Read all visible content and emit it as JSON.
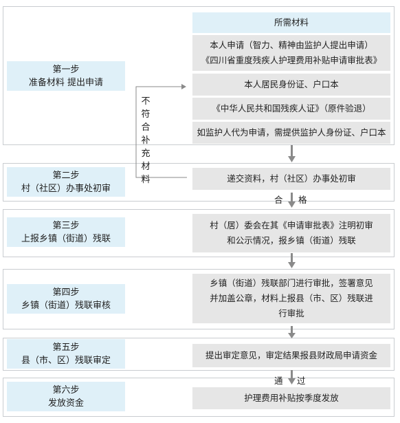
{
  "steps": [
    {
      "title": "第一步",
      "subtitle": "准备材料 提出申请"
    },
    {
      "title": "第二步",
      "subtitle": "村（社区）办事处初审"
    },
    {
      "title": "第三步",
      "subtitle": "上报乡镇（街道）残联"
    },
    {
      "title": "第四步",
      "subtitle": "乡镇（街道）残联审核"
    },
    {
      "title": "第五步",
      "subtitle": "县（市、区）残联审定"
    },
    {
      "title": "第六步",
      "subtitle": "发放资金"
    }
  ],
  "materials": {
    "header": "所需材料",
    "item1_line1": "本人申请（智力、精神由监护人提出申请）",
    "item1_line2": "《四川省重度残疾人护理费用补贴申请审批表》",
    "item2": "本人居民身份证、户口本",
    "item3": "《中华人民共和国残疾人证》（原件验退）",
    "item4": "如监护人代为申请，需提供监护人身份证、户口本"
  },
  "actions": {
    "step2": "递交资料，村（社区）办事处初审",
    "step3_line1": "村（居）委会在其《申请审批表》注明初审",
    "step3_line2": "和公示情况，报乡镇（街道）残联",
    "step4_line1": "乡镇（街道）残联部门进行审批，签署意见",
    "step4_line2": "并加盖公章，材料上报县（市、区）残联进",
    "step4_line3": "行审批",
    "step5": "提出审定意见，审定结果报县财政局申请资金",
    "step6": "护理费用补贴按季度发放"
  },
  "labels": {
    "qualified_left": "合",
    "qualified_right": "格",
    "pass_left": "通",
    "pass_right": "过",
    "not_qualified": [
      "不",
      "符",
      "合",
      "补",
      "充",
      "材",
      "料"
    ]
  }
}
